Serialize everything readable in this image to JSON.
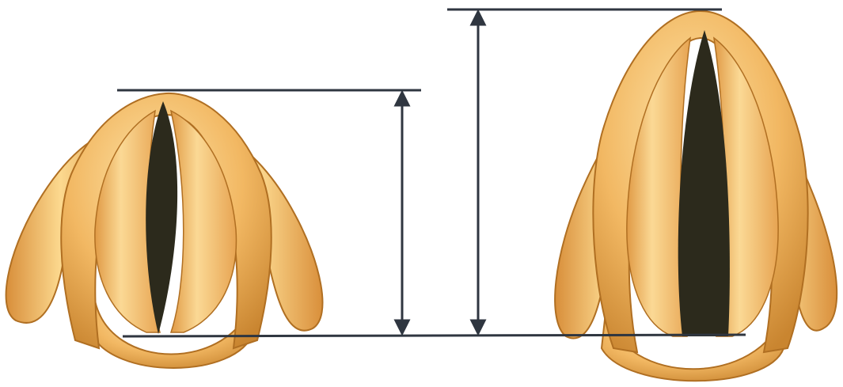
{
  "figure": {
    "colors": {
      "background": "#ffffff",
      "tissue_light": "#fde0a0",
      "tissue_mid": "#f0b45e",
      "tissue_dark": "#c47f2a",
      "tissue_outline": "#b06f22",
      "glottis": "#2c2a1c",
      "measure_line": "#2f3640"
    },
    "structures": [
      {
        "id": "smaller",
        "relative_height": 1.0
      },
      {
        "id": "larger",
        "relative_height": 1.31
      }
    ],
    "icons": [
      "double-headed-arrow-icon",
      "double-headed-arrow-icon"
    ]
  }
}
